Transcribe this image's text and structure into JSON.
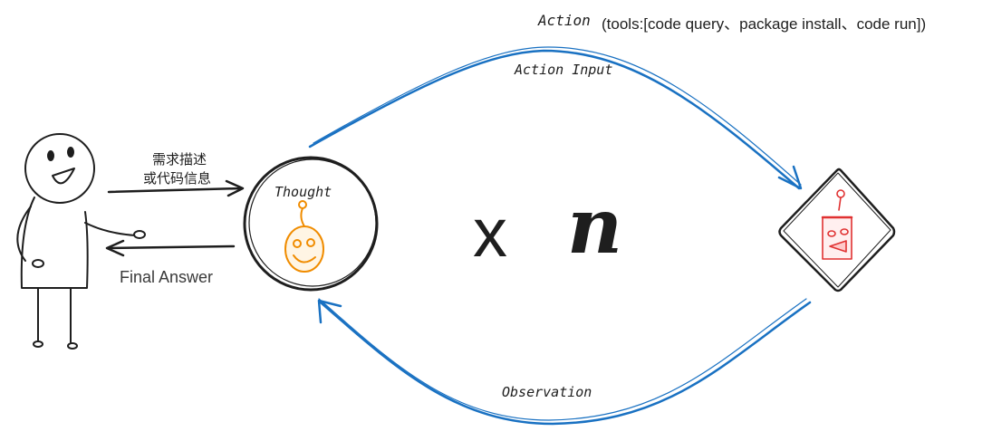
{
  "labels": {
    "action": "Action",
    "action_tools": "(tools:[code query、package install、code run])",
    "action_input": "Action Input",
    "request_line1": "需求描述",
    "request_line2": "或代码信息",
    "final_answer": "Final Answer",
    "thought": "Thought",
    "multiplier_x": "x",
    "multiplier_n": "n",
    "observation": "Observation"
  },
  "colors": {
    "ink": "#1e1e1e",
    "loop_arrow": "#1971c2",
    "thinker_bot": "#f08c00",
    "tool_bot": "#e03131"
  },
  "icons": {
    "user": "stick-figure-person",
    "thinker": "smiling-robot-head",
    "tool": "square-robot-head"
  }
}
